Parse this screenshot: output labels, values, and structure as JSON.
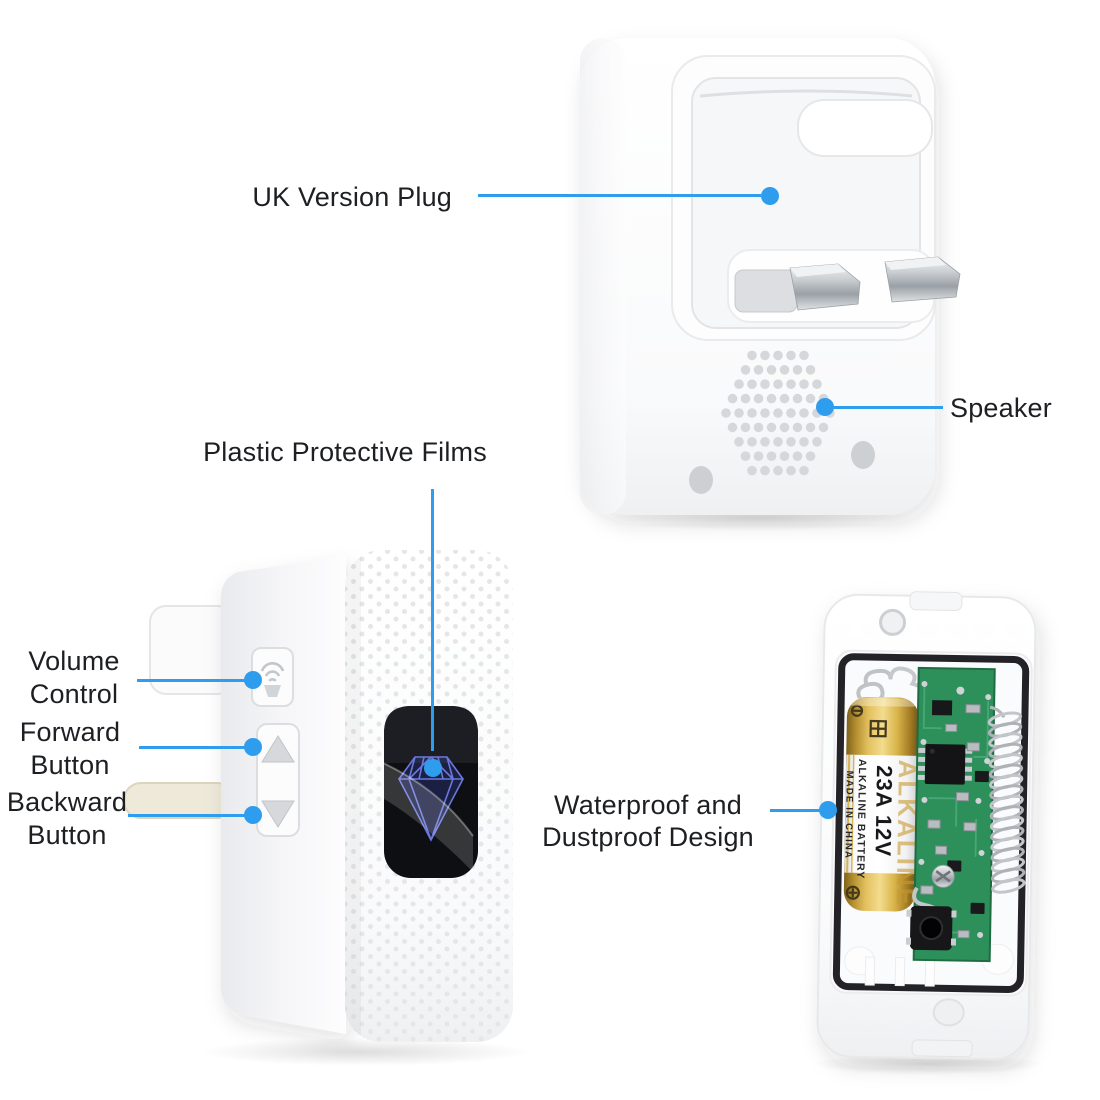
{
  "colors": {
    "accent_blue": "#2f9ded",
    "label_text": "#1d1f23",
    "pcb_green": "#2d8f5a",
    "battery_gold": "#d2a944",
    "display_black": "#0e0f12",
    "diamond_blue": "#5b6fe0"
  },
  "callouts": {
    "uk_plug": {
      "label": "UK Version Plug"
    },
    "speaker": {
      "label": "Speaker"
    },
    "films": {
      "label": "Plastic Protective Films"
    },
    "volume": {
      "line1": "Volume",
      "line2": "Control"
    },
    "forward": {
      "line1": "Forward",
      "line2": "Button"
    },
    "backward": {
      "line1": "Backward",
      "line2": "Button"
    },
    "waterproof": {
      "line1": "Waterproof and",
      "line2": "Dustproof Design"
    }
  },
  "battery": {
    "size_voltage": "23A 12V",
    "type": "ALKALINE BATTERY",
    "origin": "MADE IN CHINA",
    "brand_ghost": "ALKALINE"
  }
}
